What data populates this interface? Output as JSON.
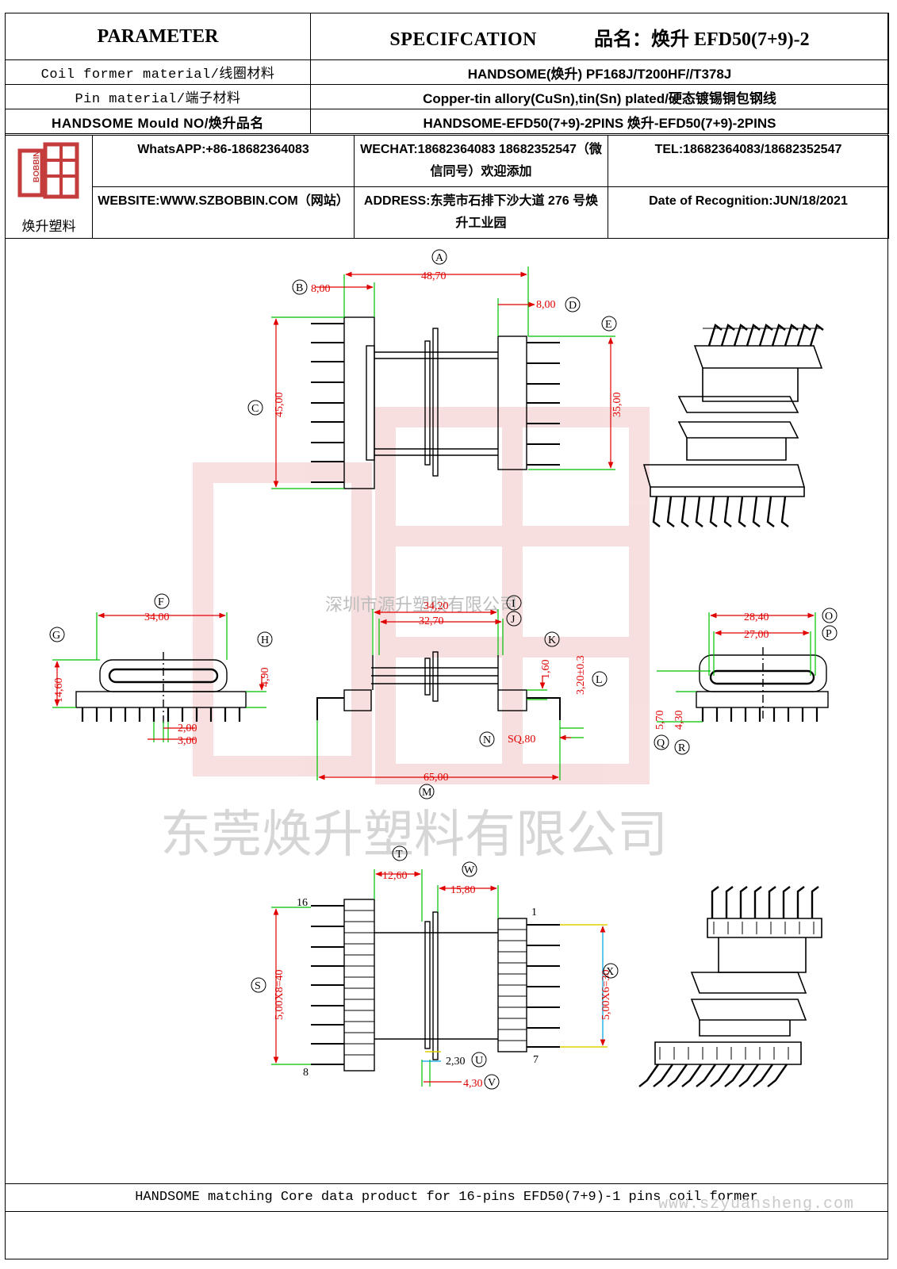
{
  "header": {
    "parameter": "PARAMETER",
    "specification": "SPECIFCATION",
    "product_name": "品名：焕升 EFD50(7+9)-2"
  },
  "rows": [
    {
      "label": "Coil former material/线圈材料",
      "value": "HANDSOME(焕升)  PF168J/T200HF//T378J"
    },
    {
      "label": "Pin material/端子材料",
      "value": "Copper-tin allory(CuSn),tin(Sn) plated/硬态镀锡铜包钢线"
    },
    {
      "label": "HANDSOME Mould NO/焕升品名",
      "value": "HANDSOME-EFD50(7+9)-2PINS   焕升-EFD50(7+9)-2PINS"
    }
  ],
  "contact": {
    "logo_text": "焕升塑料",
    "whatsapp": "WhatsAPP:+86-18682364083",
    "wechat": "WECHAT:18682364083 18682352547（微信同号）欢迎添加",
    "tel": "TEL:18682364083/18682352547",
    "website": "WEBSITE:WWW.SZBOBBIN.COM（网站）",
    "address": "ADDRESS:东莞市石排下沙大道 276 号焕升工业园",
    "date": "Date of Recognition:JUN/18/2021"
  },
  "watermarks": {
    "company_small": "深圳市源升塑胶有限公司",
    "company_large": "东莞焕升塑料有限公司",
    "site": "www.szyuansheng.com"
  },
  "dimensions": {
    "A": "48,70",
    "B": "8,00",
    "C": "45,00",
    "D": "8,00",
    "E": "35,00",
    "F": "34,00",
    "G": "14,60",
    "H": "4,90",
    "I": "34,20",
    "J": "32,70",
    "K": "1,60",
    "L": "3,20±0.3",
    "M": "65,00",
    "N": "SQ,80",
    "O": "28,40",
    "P": "27,00",
    "Q": "5,70",
    "R": "4,30",
    "S": "5,00X8=40",
    "T": "12,60",
    "U": "2,30",
    "V": "4,30",
    "W": "15,80",
    "X": "5,00X6=30",
    "pitch_a": "2,00",
    "pitch_b": "3,00"
  },
  "pin_numbers": {
    "p1": "1",
    "p7": "7",
    "p8": "8",
    "p16": "16"
  },
  "footer": "HANDSOME matching Core data  product for 16-pins EFD50(7+9)-1 pins coil former"
}
